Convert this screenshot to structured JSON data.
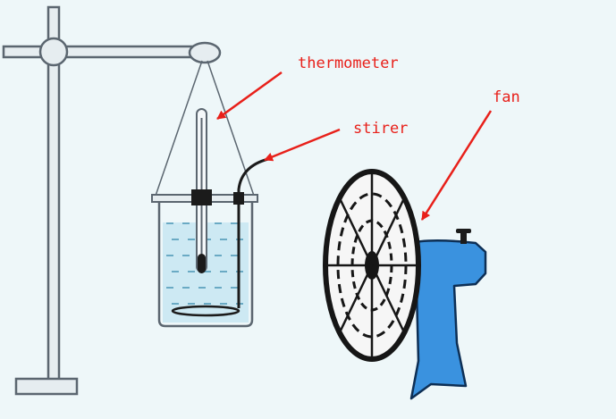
{
  "labels": {
    "thermometer": "thermometer",
    "stirer": "stirer",
    "fan": "fan"
  },
  "colors": {
    "background": "#eef7f9",
    "stand": "#5b6670",
    "stand_fill": "#e6edf0",
    "label_red": "#e8201a",
    "water": "#cde9f3",
    "fan_blue": "#3a92df",
    "fan_dark": "#161616"
  }
}
